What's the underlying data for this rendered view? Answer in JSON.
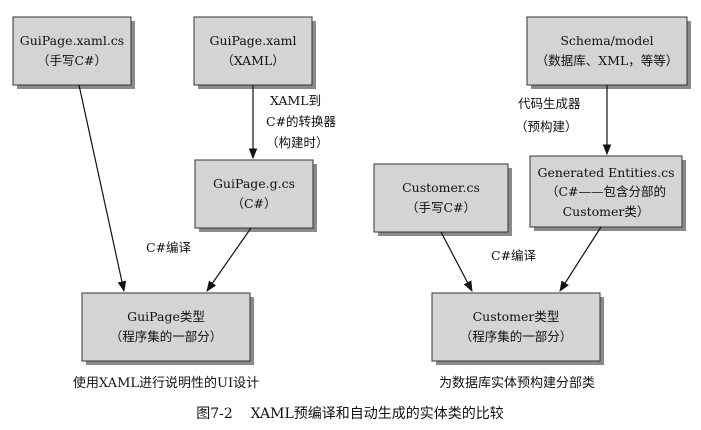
{
  "nodes": {
    "guipage_xaml_cs": {
      "title": "GuiPage.xaml.cs",
      "sub": "（手写C#）"
    },
    "guipage_xaml": {
      "title": "GuiPage.xaml",
      "sub": "（XAML）"
    },
    "schema_model": {
      "title": "Schema/model",
      "sub": "（数据库、XML，等等）"
    },
    "guipage_g_cs": {
      "title": "GuiPage.g.cs",
      "sub": "（C#）"
    },
    "customer_cs": {
      "title": "Customer.cs",
      "sub": "（手写C#）"
    },
    "generated_entities": {
      "title": "Generated Entities.cs",
      "line2": "（C#——包含分部的",
      "line3": "Customer类）"
    },
    "guipage_type": {
      "title": "GuiPage类型",
      "sub": "（程序集的一部分）"
    },
    "customer_type": {
      "title": "Customer类型",
      "sub": "（程序集的一部分）"
    }
  },
  "labels": {
    "xaml_to_cs": [
      "XAML到",
      "C#的转换器",
      "（构建时）"
    ],
    "codegen": [
      "代码生成器",
      "（预构建）"
    ],
    "compile_left": "C#编译",
    "compile_right": "C#编译"
  },
  "captions": {
    "left": "使用XAML进行说明性的UI设计",
    "right": "为数据库实体预构建分部类"
  },
  "figure_caption": "图7-2    XAML预编译和自动生成的实体类的比较"
}
